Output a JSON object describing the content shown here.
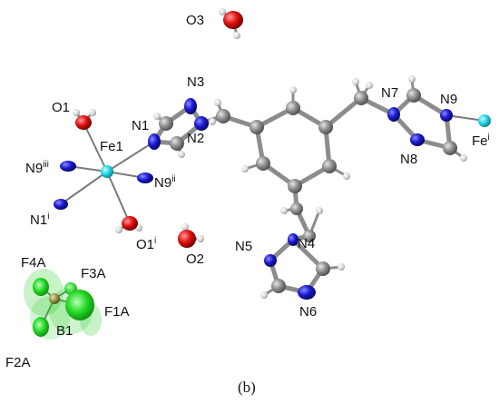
{
  "caption": "(b)",
  "labels": {
    "O3": "O3",
    "O1": "O1",
    "N3": "N3",
    "N1": "N1",
    "N2": "N2",
    "Fe1": "Fe1",
    "N9iii": "N9",
    "N9iii_sup": "iii",
    "N9ii": "N9",
    "N9ii_sup": "ii",
    "N1i": "N1",
    "N1i_sup": "i",
    "O1i": "O1",
    "O1i_sup": "i",
    "O2": "O2",
    "N7": "N7",
    "N9": "N9",
    "N8": "N8",
    "Fei": "Fe",
    "Fei_sup": "i",
    "N5": "N5",
    "N4": "N4",
    "N6": "N6",
    "F4A": "F4A",
    "F3A": "F3A",
    "F1A": "F1A",
    "B1": "B1",
    "F2A": "F2A"
  },
  "colors": {
    "carbon": "#8a8a8a",
    "nitrogen": "#1c1ccf",
    "oxygen": "#d81010",
    "iron": "#26d7e8",
    "fluorine": "#22cc22",
    "boron": "#8c8a40",
    "hydrogen": "#d8d8d8"
  }
}
